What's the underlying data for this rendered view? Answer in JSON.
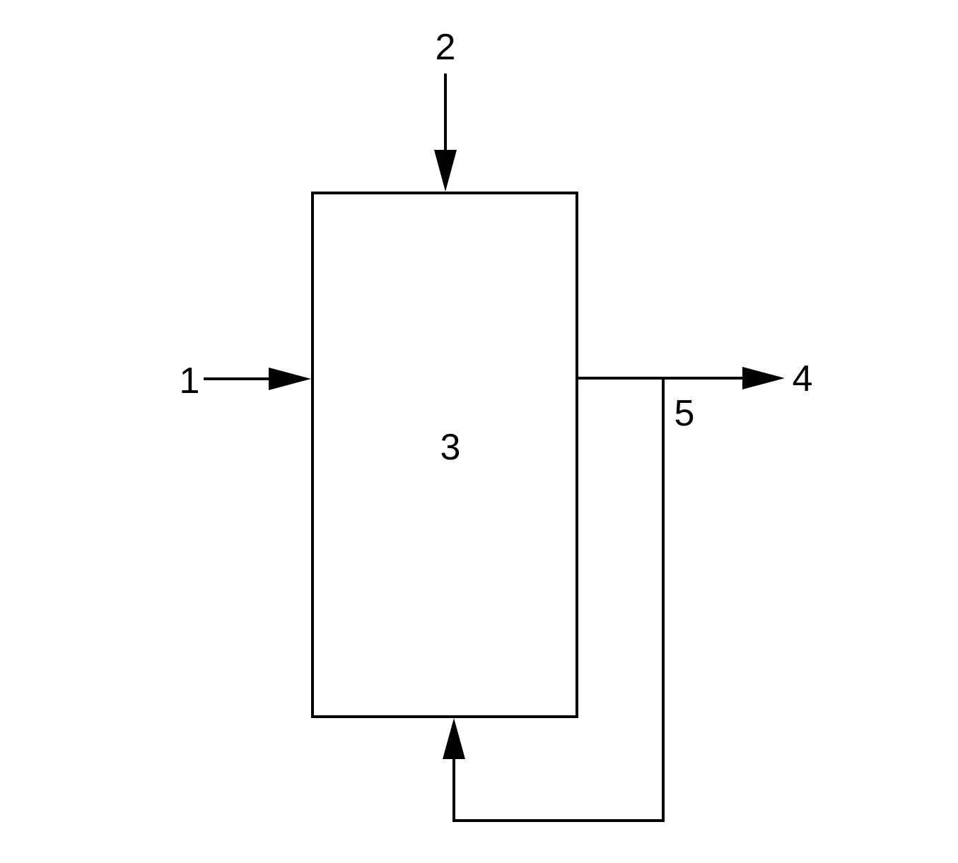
{
  "diagram": {
    "labels": {
      "inlet_side": "1",
      "inlet_top": "2",
      "vessel": "3",
      "outlet": "4",
      "recycle": "5"
    }
  }
}
